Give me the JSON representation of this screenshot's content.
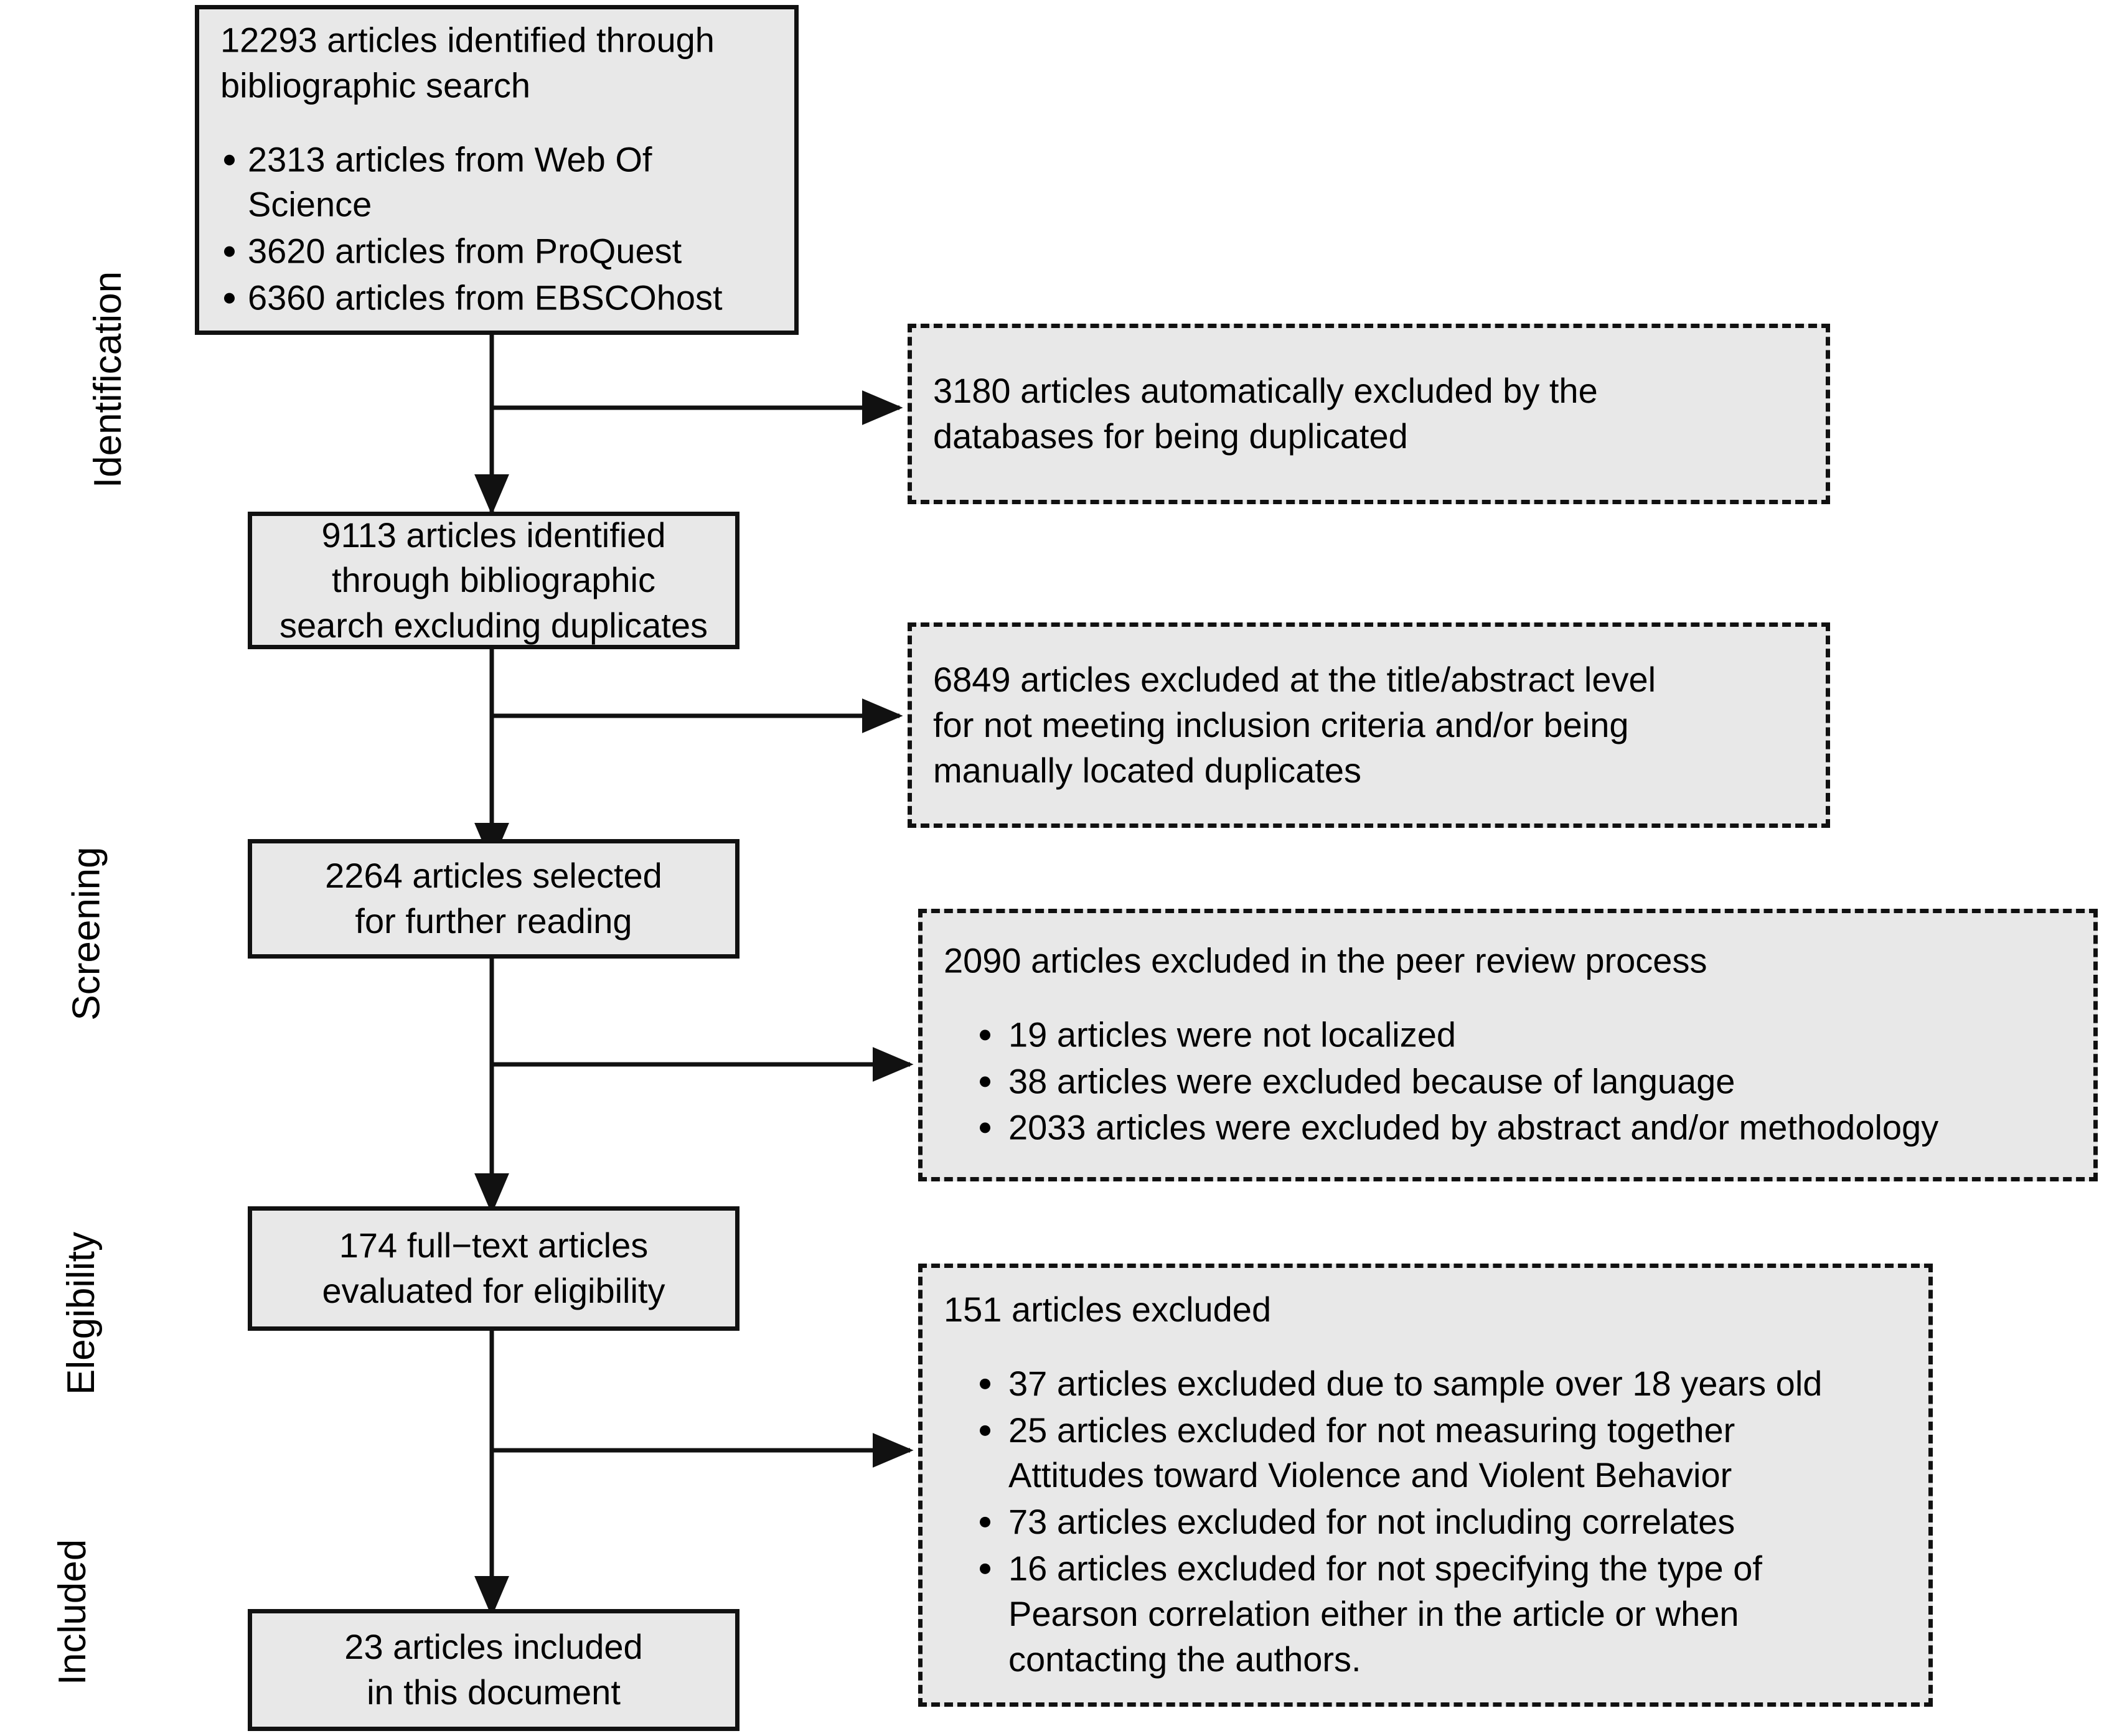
{
  "figure": {
    "type": "prisma-flow-diagram",
    "background_color": "#ffffff",
    "box_fill_color": "#e8e8e8",
    "box_border_color": "#111111"
  },
  "stages": [
    {
      "id": "identification",
      "label": "Identification"
    },
    {
      "id": "screening",
      "label": "Screening"
    },
    {
      "id": "eligibility",
      "label": "Elegibility"
    },
    {
      "id": "included",
      "label": "Included"
    }
  ],
  "flow_nodes": [
    {
      "id": "records-identified",
      "style": "solid",
      "heading_lines": [
        "12293 articles identified through",
        "bibliographic search"
      ],
      "bullets": [
        "2313 articles from Web Of Science",
        "3620 articles from ProQuest",
        "6360 articles from EBSCOhost"
      ]
    },
    {
      "id": "records-after-duplicates",
      "style": "solid",
      "heading_lines": [
        "9113 articles identified",
        "through bibliographic",
        "search excluding duplicates"
      ],
      "bullets": []
    },
    {
      "id": "records-screened",
      "style": "solid",
      "heading_lines": [
        "2264 articles selected",
        "for further reading"
      ],
      "bullets": []
    },
    {
      "id": "fulltext-assessed",
      "style": "solid",
      "heading_lines": [
        "174 full−text articles",
        "evaluated for eligibility"
      ],
      "bullets": []
    },
    {
      "id": "studies-included",
      "style": "solid",
      "heading_lines": [
        "23 articles included",
        "in this document"
      ],
      "bullets": []
    }
  ],
  "exclusion_nodes": [
    {
      "id": "excluded-duplicates",
      "style": "dashed",
      "heading_lines": [
        "3180 articles automatically excluded by the",
        "databases for being duplicated"
      ],
      "bullets": []
    },
    {
      "id": "excluded-title-abstract",
      "style": "dashed",
      "heading_lines": [
        "6849 articles excluded at the title/abstract level",
        "for not meeting inclusion criteria and/or being",
        "manually located duplicates"
      ],
      "bullets": []
    },
    {
      "id": "excluded-peer-review",
      "style": "dashed",
      "heading_lines": [
        "2090 articles excluded in the peer review process"
      ],
      "bullets": [
        {
          "lines": [
            "19 articles were not localized"
          ]
        },
        {
          "lines": [
            "38 articles were excluded because of language"
          ]
        },
        {
          "lines": [
            "2033 articles were excluded by abstract and/or methodology"
          ]
        }
      ]
    },
    {
      "id": "excluded-fulltext",
      "style": "dashed",
      "heading_lines": [
        "151 articles excluded"
      ],
      "bullets": [
        {
          "lines": [
            "37 articles excluded due to sample over 18 years old"
          ]
        },
        {
          "lines": [
            "25 articles excluded for not measuring together",
            "Attitudes toward Violence and Violent Behavior"
          ]
        },
        {
          "lines": [
            "73 articles excluded for not including correlates"
          ]
        },
        {
          "lines": [
            "16 articles excluded for not specifying the type of",
            "Pearson correlation either in the article or when",
            "contacting the authors."
          ]
        }
      ]
    }
  ],
  "chart_data": {
    "type": "diagram",
    "title": "PRISMA flow diagram of article selection",
    "nodes": [
      {
        "stage": "Identification",
        "count": 12293,
        "text": "articles identified through bibliographic search"
      },
      {
        "stage": "Identification",
        "count": 2313,
        "text": "articles from Web Of Science"
      },
      {
        "stage": "Identification",
        "count": 3620,
        "text": "articles from ProQuest"
      },
      {
        "stage": "Identification",
        "count": 6360,
        "text": "articles from EBSCOhost"
      },
      {
        "stage": "Identification",
        "count": 3180,
        "text": "articles automatically excluded by the databases for being duplicated"
      },
      {
        "stage": "Identification",
        "count": 9113,
        "text": "articles identified through bibliographic search excluding duplicates"
      },
      {
        "stage": "Screening",
        "count": 6849,
        "text": "articles excluded at the title/abstract level"
      },
      {
        "stage": "Screening",
        "count": 2264,
        "text": "articles selected for further reading"
      },
      {
        "stage": "Screening",
        "count": 2090,
        "text": "articles excluded in the peer review process"
      },
      {
        "stage": "Screening",
        "count": 19,
        "text": "articles were not localized"
      },
      {
        "stage": "Screening",
        "count": 38,
        "text": "articles were excluded because of language"
      },
      {
        "stage": "Screening",
        "count": 2033,
        "text": "articles were excluded by abstract and/or methodology"
      },
      {
        "stage": "Elegibility",
        "count": 174,
        "text": "full-text articles evaluated for eligibility"
      },
      {
        "stage": "Elegibility",
        "count": 151,
        "text": "articles excluded"
      },
      {
        "stage": "Elegibility",
        "count": 37,
        "text": "articles excluded due to sample over 18 years old"
      },
      {
        "stage": "Elegibility",
        "count": 25,
        "text": "articles excluded for not measuring together Attitudes toward Violence and Violent Behavior"
      },
      {
        "stage": "Elegibility",
        "count": 73,
        "text": "articles excluded for not including correlates"
      },
      {
        "stage": "Elegibility",
        "count": 16,
        "text": "articles excluded for not specifying the type of Pearson correlation"
      },
      {
        "stage": "Included",
        "count": 23,
        "text": "articles included in this document"
      }
    ]
  }
}
